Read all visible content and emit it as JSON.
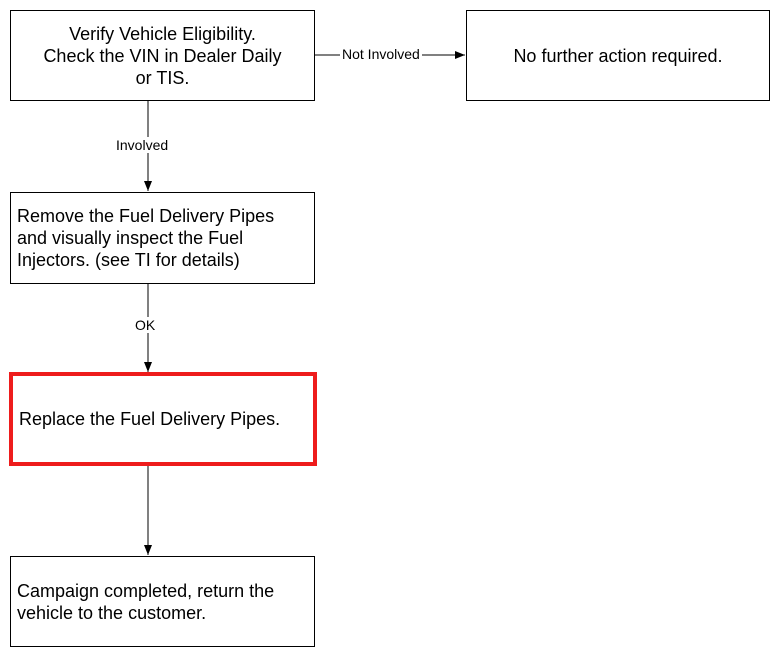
{
  "nodes": {
    "verify": {
      "text": "Verify Vehicle Eligibility.\nCheck the VIN in Dealer Daily\nor TIS."
    },
    "no_action": {
      "text": "No further action required."
    },
    "remove_pipes": {
      "text": "Remove the Fuel Delivery Pipes\nand visually inspect the Fuel\nInjectors. (see TI for details)"
    },
    "replace_pipes": {
      "text": "Replace the Fuel Delivery Pipes.",
      "highlighted": true,
      "highlight_color": "#ee1c1c"
    },
    "complete": {
      "text": "Campaign completed, return the\nvehicle to the customer."
    }
  },
  "edges": {
    "not_involved": {
      "from": "verify",
      "to": "no_action",
      "label": "Not Involved"
    },
    "involved": {
      "from": "verify",
      "to": "remove_pipes",
      "label": "Involved"
    },
    "ok": {
      "from": "remove_pipes",
      "to": "replace_pipes",
      "label": "OK"
    },
    "done": {
      "from": "replace_pipes",
      "to": "complete",
      "label": ""
    }
  }
}
